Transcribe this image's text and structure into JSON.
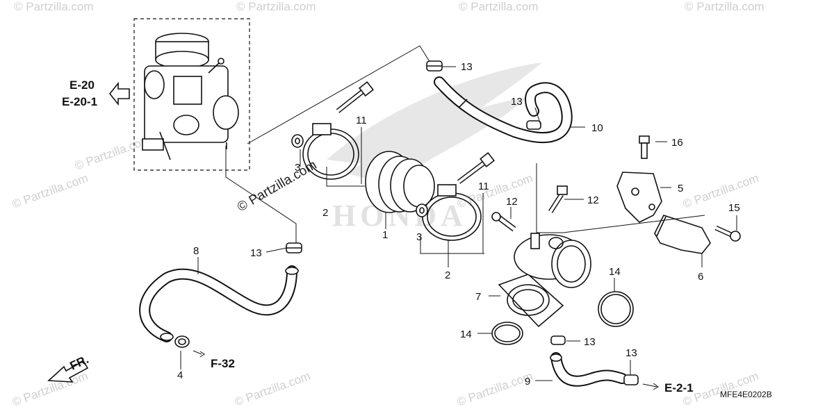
{
  "diagram": {
    "code": "MFE4E0202B",
    "watermark_main": "© Partzilla.com",
    "watermark_repeat": "© Partzilla.com",
    "brand_bg": "HONDA"
  },
  "refs": {
    "e20": "E-20",
    "e20_1": "E-20-1",
    "f32": "F-32",
    "e2_1": "E-2-1",
    "fr": "FR."
  },
  "callouts": {
    "c1": "1",
    "c2a": "2",
    "c2b": "2",
    "c3a": "3",
    "c3b": "3",
    "c4": "4",
    "c5": "5",
    "c6": "6",
    "c7": "7",
    "c8": "8",
    "c9": "9",
    "c10": "10",
    "c11a": "11",
    "c11b": "11",
    "c12a": "12",
    "c12b": "12",
    "c13a": "13",
    "c13b": "13",
    "c13c": "13",
    "c13d": "13",
    "c13e": "13",
    "c14a": "14",
    "c14b": "14",
    "c15": "15",
    "c16": "16"
  },
  "colors": {
    "line": "#111111",
    "watermark": "#cfcfcf",
    "background": "#ffffff"
  }
}
